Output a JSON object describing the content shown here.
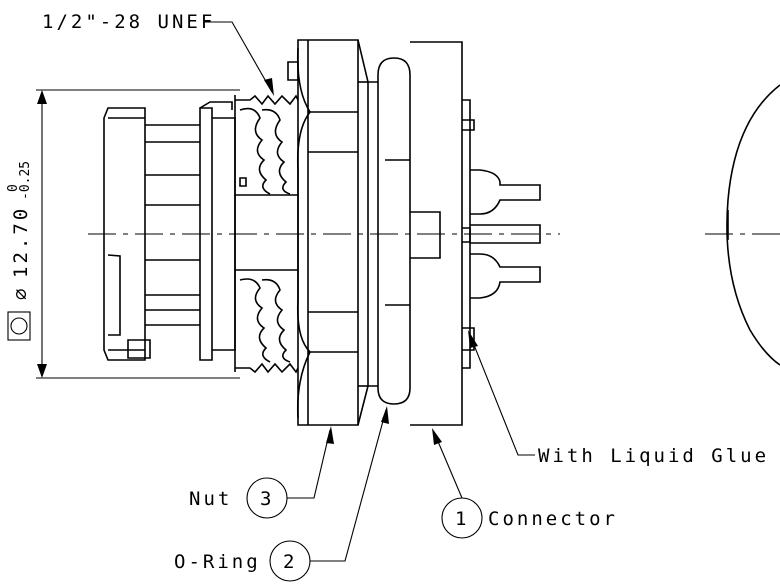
{
  "labels": {
    "thread_spec": "1/2\"-28 UNEF",
    "diameter_symbol": "⌀",
    "diameter_value": "12.70",
    "tolerance_upper": "0",
    "tolerance_lower": "-0.25",
    "glue_note": "With Liquid Glue"
  },
  "callouts": [
    {
      "number": "1",
      "name": "Connector"
    },
    {
      "number": "2",
      "name": "O-Ring"
    },
    {
      "number": "3",
      "name": "Nut"
    }
  ]
}
